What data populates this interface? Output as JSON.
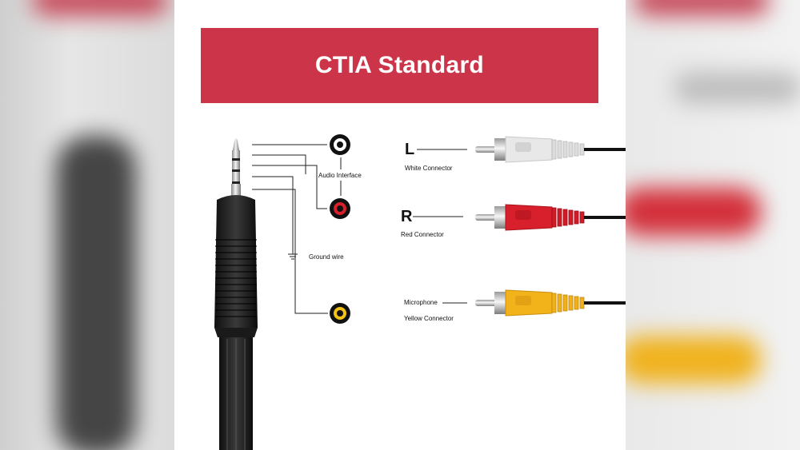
{
  "banner": {
    "title": "CTIA Standard",
    "color": "#cc3549"
  },
  "labels": {
    "audio_interface": "Audio Interface",
    "ground_wire": "Ground wire",
    "left_letter": "L",
    "white_connector": "White Connector",
    "right_letter": "R",
    "red_connector": "Red Connector",
    "microphone": "Microphone",
    "yellow_connector": "Yellow Connector"
  },
  "colors": {
    "white_plug": "#e8e8e8",
    "red_plug": "#d8202c",
    "yellow_plug": "#f2b21a",
    "jack_body": "#1e1e1e"
  }
}
